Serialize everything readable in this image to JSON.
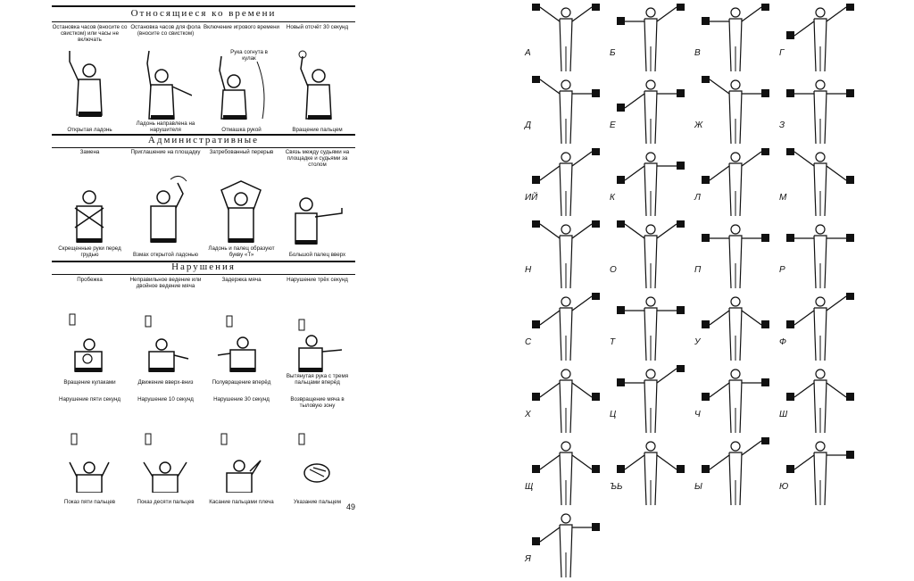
{
  "left_page": {
    "sections": [
      {
        "title": "Относящиеся ко времени",
        "items": [
          {
            "top": "Остановка часов (вносите со свистком) или часы не включать",
            "bottom": "Открытая ладонь"
          },
          {
            "top": "Остановка часов для фола (вносите со свистком)",
            "bottom": "Ладонь направлена на нарушителя"
          },
          {
            "top": "Включение игрового времени",
            "bottom": "Отмашка рукой",
            "note": "Рука согнута в кулак"
          },
          {
            "top": "Новый отсчёт 30 секунд",
            "bottom": "Вращение пальцем"
          }
        ]
      },
      {
        "title": "Административные",
        "items": [
          {
            "top": "Замена",
            "bottom": "Скрещенные руки перед грудью"
          },
          {
            "top": "Приглашение на площадку",
            "bottom": "Взмах открытой ладонью"
          },
          {
            "top": "Затребованный перерыв",
            "bottom": "Ладонь и палец образуют букву «Т»"
          },
          {
            "top": "Связь между судьями на площадке и судьями за столом",
            "bottom": "Большой палец вверх"
          }
        ]
      },
      {
        "title": "Нарушения",
        "items": [
          {
            "top": "Пробежка",
            "bottom": "Вращение кулаками"
          },
          {
            "top": "Неправильное ведение или двойное ведение мяча",
            "bottom": "Движение вверх-вниз"
          },
          {
            "top": "Задержка мяча",
            "bottom": "Полувращение вперёд"
          },
          {
            "top": "Нарушение трёх секунд",
            "bottom": "Вытянутая рука с тремя пальцами вперёд"
          },
          {
            "top": "Нарушение пяти секунд",
            "bottom": "Показ пяти пальцев"
          },
          {
            "top": "Нарушение 10 секунд",
            "bottom": "Показ десяти пальцев"
          },
          {
            "top": "Нарушение 30 секунд",
            "bottom": "Касание пальцами плеча"
          },
          {
            "top": "Возвращение мяча в тыловую зону",
            "bottom": "Указание пальцем"
          }
        ]
      }
    ],
    "page_number": "49"
  },
  "right_page": {
    "letters": [
      "А",
      "Б",
      "В",
      "Г",
      "Д",
      "Е",
      "Ж",
      "З",
      "ИЙ",
      "К",
      "Л",
      "М",
      "Н",
      "О",
      "П",
      "Р",
      "С",
      "Т",
      "У",
      "Ф",
      "Х",
      "Ц",
      "Ч",
      "Ш",
      "Щ",
      "ЪЬ",
      "Ы",
      "Ю",
      "Я"
    ]
  }
}
